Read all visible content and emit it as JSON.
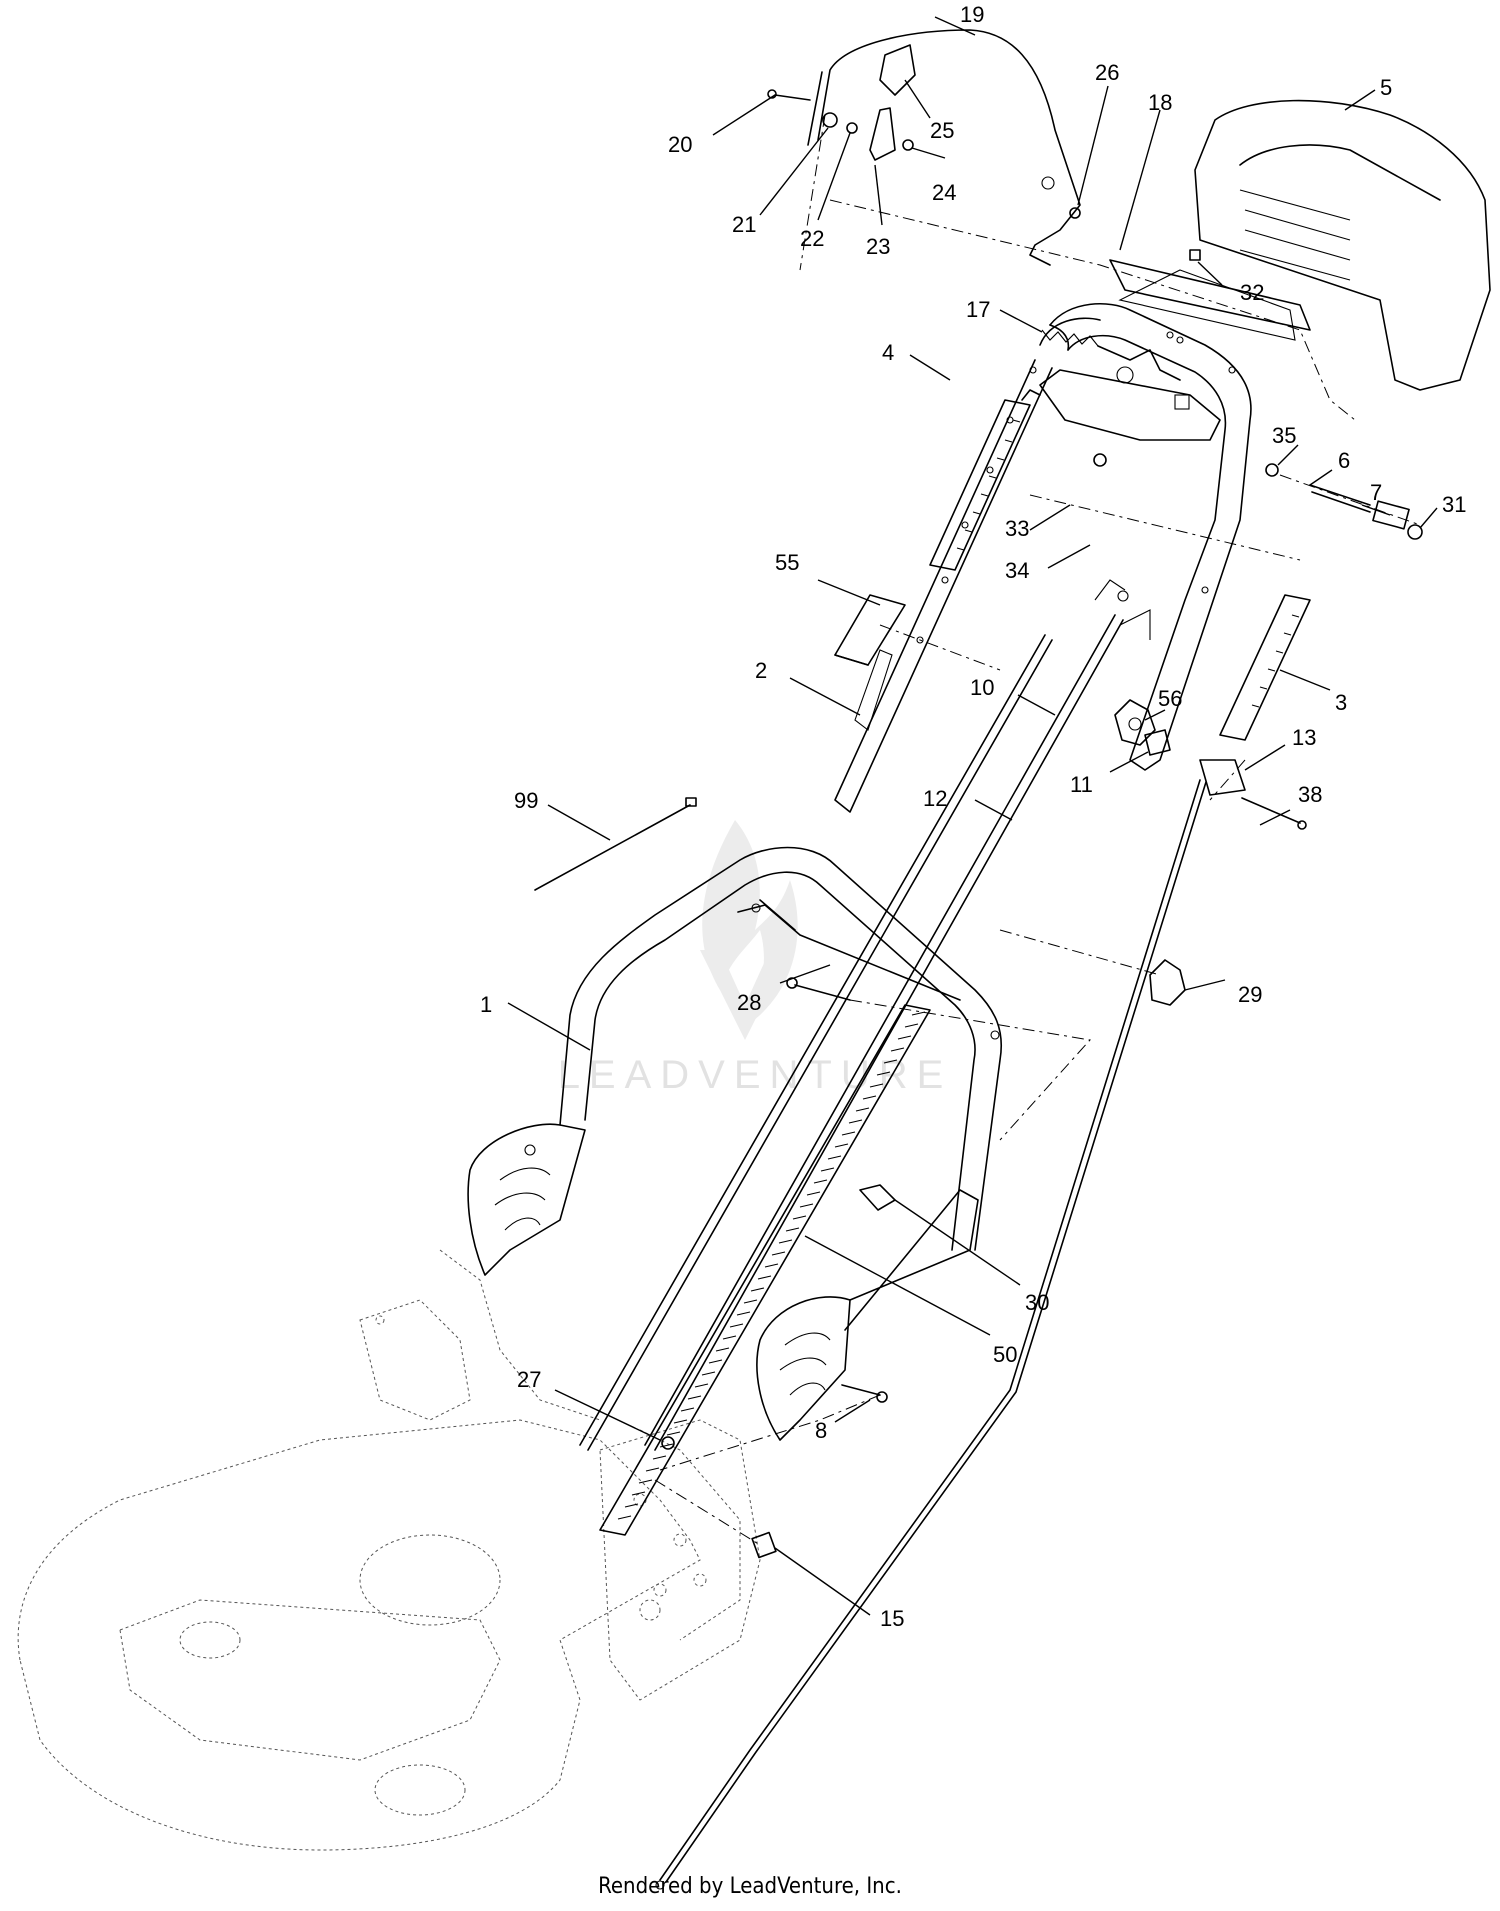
{
  "watermark": {
    "text": "LEADVENTURE"
  },
  "footer": {
    "text": "Rendered by LeadVenture, Inc."
  },
  "callouts": [
    {
      "id": "19",
      "label": "19"
    },
    {
      "id": "26",
      "label": "26"
    },
    {
      "id": "18",
      "label": "18"
    },
    {
      "id": "5",
      "label": "5"
    },
    {
      "id": "20",
      "label": "20"
    },
    {
      "id": "25",
      "label": "25"
    },
    {
      "id": "24",
      "label": "24"
    },
    {
      "id": "21",
      "label": "21"
    },
    {
      "id": "22",
      "label": "22"
    },
    {
      "id": "23",
      "label": "23"
    },
    {
      "id": "32",
      "label": "32"
    },
    {
      "id": "17",
      "label": "17"
    },
    {
      "id": "35",
      "label": "35"
    },
    {
      "id": "6",
      "label": "6"
    },
    {
      "id": "4",
      "label": "4"
    },
    {
      "id": "7",
      "label": "7"
    },
    {
      "id": "31",
      "label": "31"
    },
    {
      "id": "55",
      "label": "55"
    },
    {
      "id": "33",
      "label": "33"
    },
    {
      "id": "34",
      "label": "34"
    },
    {
      "id": "2",
      "label": "2"
    },
    {
      "id": "10",
      "label": "10"
    },
    {
      "id": "56",
      "label": "56"
    },
    {
      "id": "3",
      "label": "3"
    },
    {
      "id": "13",
      "label": "13"
    },
    {
      "id": "11",
      "label": "11"
    },
    {
      "id": "99",
      "label": "99"
    },
    {
      "id": "12",
      "label": "12"
    },
    {
      "id": "38",
      "label": "38"
    },
    {
      "id": "28",
      "label": "28"
    },
    {
      "id": "29",
      "label": "29"
    },
    {
      "id": "1",
      "label": "1"
    },
    {
      "id": "30",
      "label": "30"
    },
    {
      "id": "50",
      "label": "50"
    },
    {
      "id": "27",
      "label": "27"
    },
    {
      "id": "8",
      "label": "8"
    },
    {
      "id": "15",
      "label": "15"
    }
  ]
}
